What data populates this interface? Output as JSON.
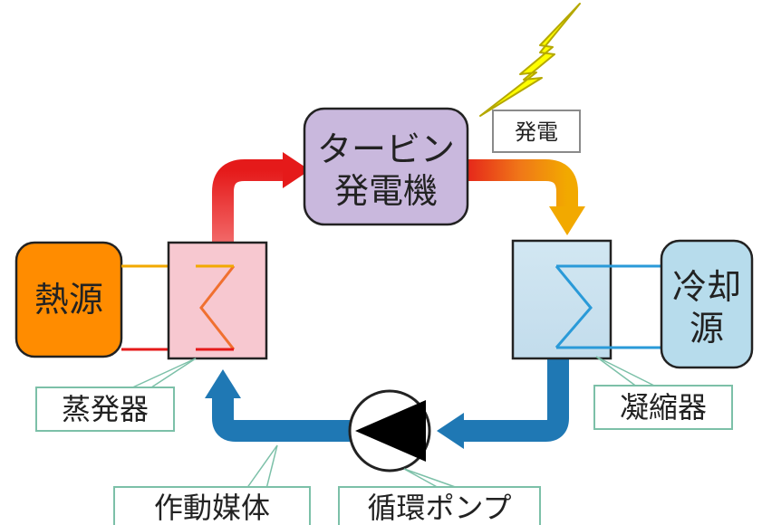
{
  "diagram": {
    "turbine_line1": "タービン",
    "turbine_line2": "発電機",
    "generation_label": "発電",
    "heat_source_label": "熱源",
    "cooling_source_line1": "冷却",
    "cooling_source_line2": "源",
    "evaporator_label": "蒸発器",
    "condenser_label": "凝縮器",
    "working_fluid_label": "作動媒体",
    "pump_label": "循環ポンプ"
  },
  "colors": {
    "heat_source": "#FF8C00",
    "cooling_source": "#B7DCEC",
    "turbine": "#C9B8DD",
    "evaporator": "#F7C8D0",
    "condenser": "#D2E7F2",
    "flow_hot": "#E51A1A",
    "flow_warm": "#F2A900",
    "flow_cold": "#1F78B4",
    "lightning": "#FFFF00"
  }
}
